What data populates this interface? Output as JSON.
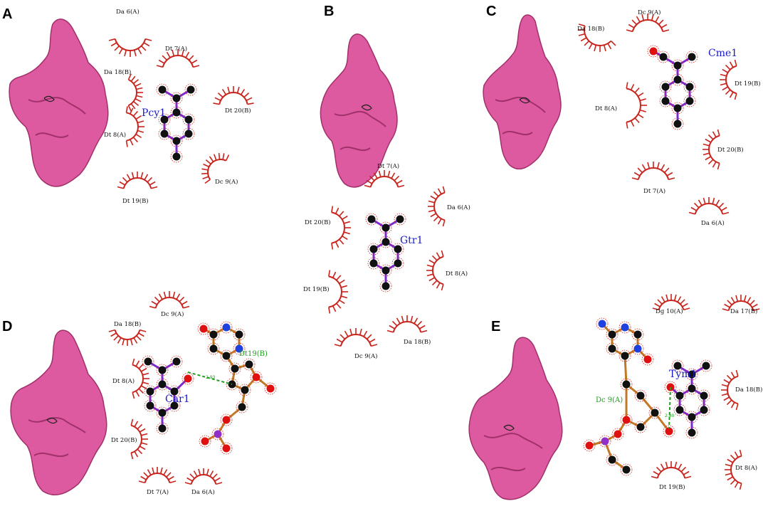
{
  "colors": {
    "protein": "#de5aa0",
    "protein_dark": "#a0306a",
    "arc": "#c8241d",
    "bond_ligand": "#7a2ad0",
    "bond_nucleotide": "#c07a25",
    "atom": "#111111",
    "oxygen": "#e01010",
    "nitrogen": "#2040e0",
    "phosphorus": "#9030c8",
    "hbond": "#1d9e1d",
    "label": "#1a1ac8"
  },
  "panels": [
    {
      "id": "A",
      "label": "A",
      "ligand": "Pcy1",
      "residues": [
        "Da 6(A)",
        "Dt 7(A)",
        "Da 18(B)",
        "Dt 20(B)",
        "Dt 8(A)",
        "Dc 9(A)",
        "Dt 19(B)"
      ]
    },
    {
      "id": "B",
      "label": "B",
      "ligand": "Gtr1",
      "residues": [
        "Dt 7(A)",
        "Da 6(A)",
        "Dt 20(B)",
        "Dt 8(A)",
        "Dt 19(B)",
        "Dc 9(A)",
        "Da 18(B)"
      ]
    },
    {
      "id": "C",
      "label": "C",
      "ligand": "Cme1",
      "residues": [
        "Dc 9(A)",
        "Da 18(B)",
        "Dt 19(B)",
        "Dt 8(A)",
        "Dt 20(B)",
        "Dt 7(A)",
        "Da 6(A)"
      ]
    },
    {
      "id": "D",
      "label": "D",
      "ligand": "Car1",
      "hbond_residue": "Dt19(B)",
      "hbond_distance": "2.93",
      "residues": [
        "Dc 9(A)",
        "Da 18(B)",
        "Dt 8(A)",
        "Dt 20(B)",
        "Dt 7(A)",
        "Da 6(A)"
      ]
    },
    {
      "id": "E",
      "label": "E",
      "ligand": "Tym1",
      "hbond_residue": "Dc 9(A)",
      "hbond_distance": "2.80",
      "residues": [
        "Dg 10(A)",
        "Da 17(B)",
        "Da 18(B)",
        "Dt 8(A)",
        "Dt 19(B)"
      ]
    }
  ]
}
